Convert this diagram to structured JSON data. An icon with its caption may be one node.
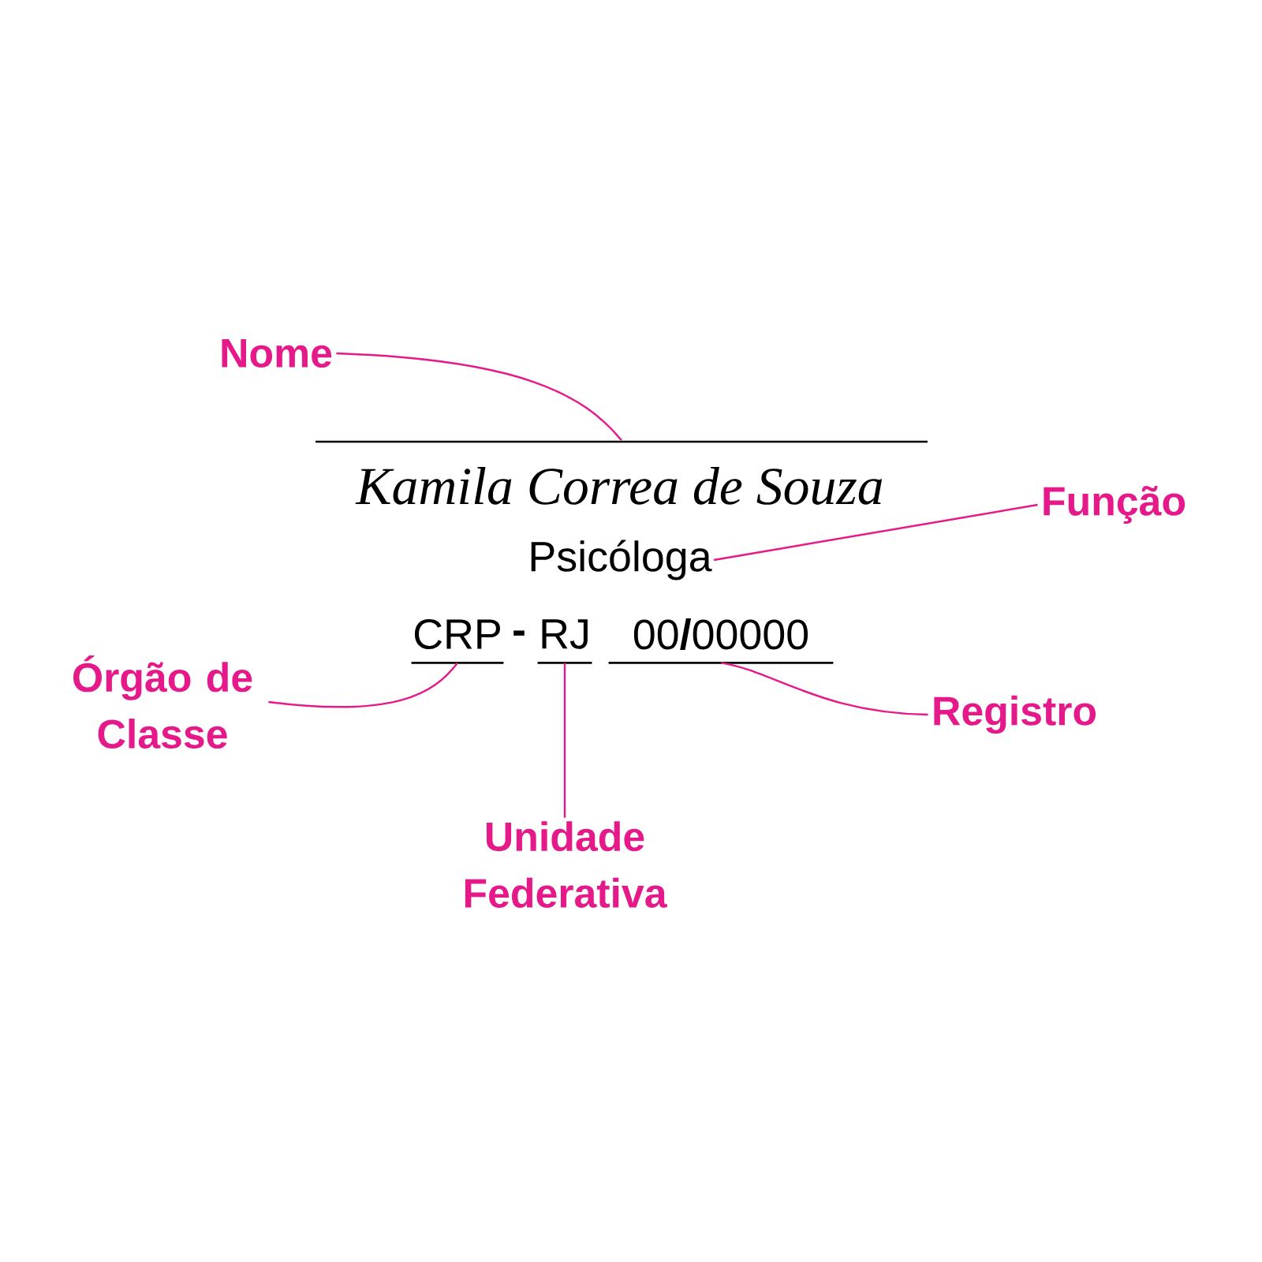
{
  "diagram": {
    "nodes": [
      {
        "text": [
          "Nome"
        ]
      },
      {
        "text": [],
        "shape": "bar"
      },
      {
        "text": [
          "Kamila Correa de Souza"
        ]
      },
      {
        "text": [
          "Psicóloga"
        ]
      },
      {
        "text": [
          "Função"
        ]
      },
      {
        "text": [
          "CRP"
        ]
      },
      {
        "text": [
          "RJ"
        ]
      },
      {
        "text": [
          "00**/**00000"
        ]
      },
      {
        "text": [
          "Órgão de Classe"
        ]
      },
      {
        "text": [
          "Unidade Federativa"
        ]
      },
      {
        "text": [
          "Registro"
        ]
      }
    ],
    "edges": [
      {
        "from": 0,
        "to": 1,
        "arrow": "none"
      },
      {
        "from": 4,
        "to": 3,
        "arrow": "none"
      },
      {
        "from": 8,
        "to": 5,
        "arrow": "none"
      },
      {
        "from": 9,
        "to": 6,
        "arrow": "none"
      },
      {
        "from": 10,
        "to": 7,
        "arrow": "none"
      }
    ],
    "labels": [
      "-"
    ]
  }
}
